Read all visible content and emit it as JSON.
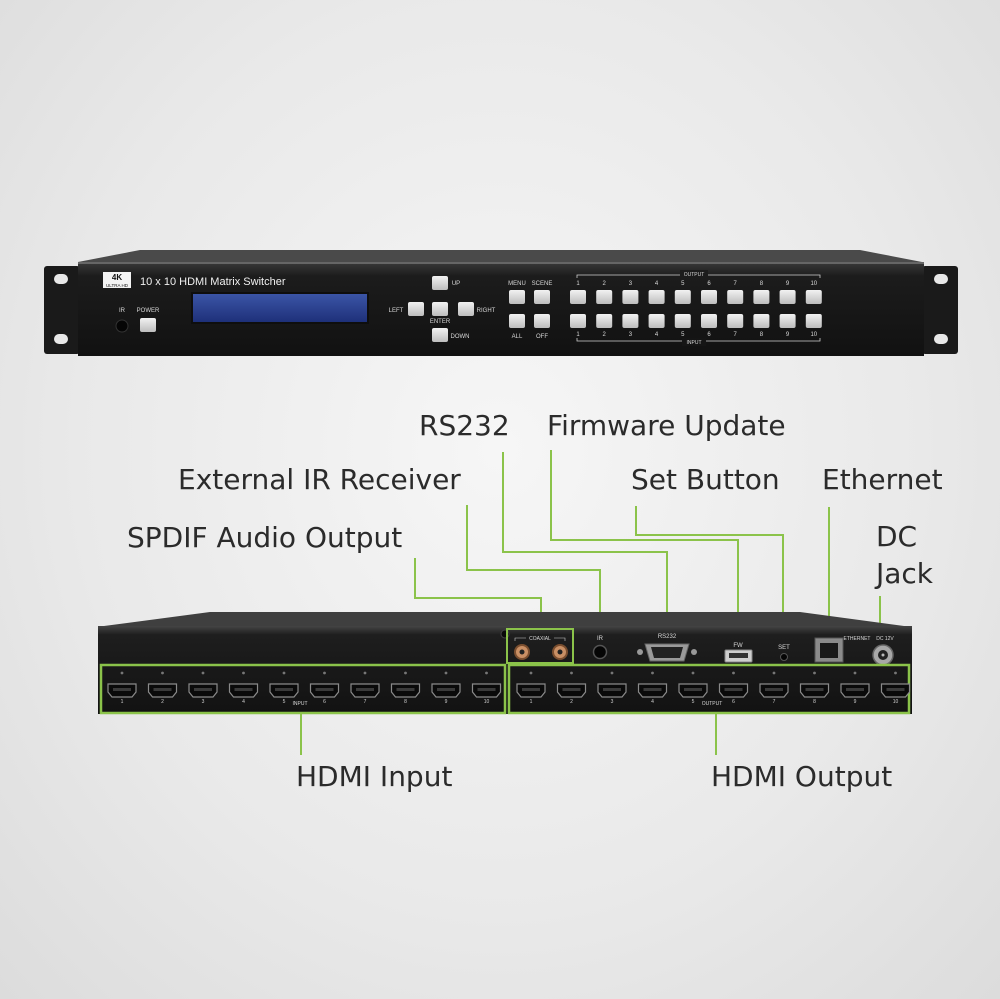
{
  "front": {
    "badge_top": "4K",
    "badge_bottom": "ULTRA HD",
    "model": "10 x 10 HDMI Matrix Switcher",
    "ir": "IR",
    "power": "POWER",
    "nav": {
      "up": "UP",
      "left": "LEFT",
      "enter": "ENTER",
      "right": "RIGHT",
      "down": "DOWN"
    },
    "menu": "MENU",
    "scene": "SCENE",
    "all": "ALL",
    "off": "OFF",
    "output_bracket": "OUTPUT",
    "input_bracket": "INPUT",
    "numbers": [
      "1",
      "2",
      "3",
      "4",
      "5",
      "6",
      "7",
      "8",
      "9",
      "10"
    ]
  },
  "rear": {
    "coaxial": "COAXIAL",
    "ir": "IR",
    "rs232": "RS232",
    "fw": "FW",
    "set": "SET",
    "ethernet": "ETHERNET",
    "dc": "DC 12V",
    "input": "INPUT",
    "output": "OUTPUT",
    "numbers": [
      "1",
      "2",
      "3",
      "4",
      "5",
      "6",
      "7",
      "8",
      "9",
      "10"
    ]
  },
  "callouts": {
    "rs232": "RS232",
    "firmware": "Firmware Update",
    "external_ir": "External IR Receiver",
    "set_button": "Set Button",
    "ethernet": "Ethernet",
    "spdif": "SPDIF Audio Output",
    "dc_line1": "DC",
    "dc_line2": "Jack",
    "hdmi_input": "HDMI Input",
    "hdmi_output": "HDMI Output"
  },
  "colors": {
    "accent": "#8bc34a",
    "device": "#1e1e1e",
    "label": "#2b2b2b"
  }
}
